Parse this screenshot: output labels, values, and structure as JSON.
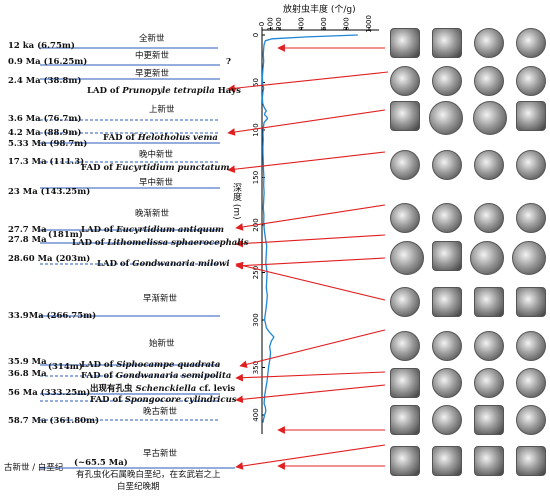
{
  "axis": {
    "x_title": "放射虫丰度 (个/g)",
    "x_ticks": [
      "0",
      "100",
      "200",
      "400",
      "600",
      "800",
      "1000"
    ],
    "y_title": "深度 (m)",
    "y_ticks": [
      "0",
      "50",
      "100",
      "150",
      "200",
      "250",
      "300",
      "350",
      "400"
    ]
  },
  "epochs": {
    "holocene": "全新世",
    "mid_pleistocene": "中更新世",
    "early_pleistocene": "早更新世",
    "pliocene": "上新世",
    "mid_miocene": "晚中新世",
    "early_miocene": "早中新世",
    "late_oligocene": "晚渐新世",
    "early_oligocene": "早渐新世",
    "eocene": "始新世",
    "late_paleocene": "晚古新世",
    "early_paleocene": "早古新世"
  },
  "ages": {
    "a1": "12 ka (6.75m)",
    "a2": "0.9 Ma (16.25m)",
    "a2_q": "?",
    "a3": "2.4 Ma (38.8m)",
    "a4": "3.6 Ma (76.7m)",
    "a5": "4.2 Ma (88.9m)",
    "a6": "5.33 Ma (98.7m)",
    "a7": "17.3 Ma (111.3)",
    "a8": "23 Ma (143.25m)",
    "a9": "27.7 Ma",
    "a9b": "(181m)",
    "a10": "27.8 Ma",
    "a11": "28.60 Ma (203m)",
    "a12": "33.9Ma (266.75m)",
    "a13": "35.9 Ma",
    "a13b": "(314m)",
    "a14": "36.8 Ma",
    "a15": "56 Ma (333.25m)",
    "a16": "58.7 Ma (361.80m)",
    "a17": "古新世 / 白垩纪",
    "a17b": "(~65.5 Ma)"
  },
  "events": {
    "e1_pre": "LAD of ",
    "e1_sp": "Prunopyle tetrapila",
    "e1_post": " Hays",
    "e2_pre": "FAD of ",
    "e2_sp": "Helotholus  vema",
    "e3_pre": "FAD of ",
    "e3_sp": "Eucyrtidium punctatum",
    "e4_pre": "LAD of ",
    "e4_sp": "Eucyrtidium antiquum",
    "e5_pre": "LAD of ",
    "e5_sp": "Lithomelissa sphaerocephalis",
    "e6_pre": "LAD of ",
    "e6_sp": "Gondwanaria milowi",
    "e7_pre": "LAD of ",
    "e7_sp": "Siphocampe quadrata",
    "e8_pre": "FAD of ",
    "e8_sp": "Gondwanaria semipolita",
    "e9_pre": "出现有孔虫 ",
    "e9_sp": "Schenckiella",
    "e9_post": " cf. levis",
    "e10_pre": "FAD of ",
    "e10_sp": "Spongocore cylindricus",
    "e11": "有孔虫化石属晚白垩纪，在玄武岩之上",
    "e12": "白垩纪晚期"
  },
  "colors": {
    "curve": "#1f86d6",
    "boundary": "#2a5bb8",
    "arrow": "#e02020"
  },
  "chart_data": {
    "type": "line",
    "title": "",
    "xlabel": "放射虫丰度 (个/g)",
    "ylabel": "深度 (m)",
    "xlim": [
      0,
      1000
    ],
    "ylim": [
      0,
      420
    ],
    "x_scale": "piecewise",
    "series": [
      {
        "points": [
          [
            900,
            0
          ],
          [
            450,
            2
          ],
          [
            120,
            4
          ],
          [
            40,
            6
          ],
          [
            25,
            10
          ],
          [
            20,
            14
          ],
          [
            15,
            20
          ],
          [
            20,
            28
          ],
          [
            10,
            36
          ],
          [
            5,
            44
          ],
          [
            8,
            52
          ],
          [
            20,
            56
          ],
          [
            10,
            60
          ],
          [
            5,
            66
          ],
          [
            8,
            72
          ],
          [
            25,
            76
          ],
          [
            50,
            80
          ],
          [
            35,
            82
          ],
          [
            30,
            84
          ],
          [
            55,
            86
          ],
          [
            65,
            88
          ],
          [
            25,
            92
          ],
          [
            15,
            98
          ],
          [
            12,
            104
          ],
          [
            14,
            110
          ],
          [
            10,
            118
          ],
          [
            12,
            126
          ],
          [
            15,
            134
          ],
          [
            18,
            142
          ],
          [
            22,
            150
          ],
          [
            20,
            158
          ],
          [
            25,
            166
          ],
          [
            20,
            174
          ],
          [
            15,
            182
          ],
          [
            22,
            190
          ],
          [
            20,
            198
          ],
          [
            28,
            206
          ],
          [
            40,
            214
          ],
          [
            55,
            222
          ],
          [
            50,
            230
          ],
          [
            45,
            240
          ],
          [
            60,
            250
          ],
          [
            55,
            258
          ],
          [
            50,
            266
          ],
          [
            62,
            274
          ],
          [
            55,
            282
          ],
          [
            45,
            290
          ],
          [
            35,
            296
          ],
          [
            30,
            300
          ],
          [
            42,
            304
          ],
          [
            50,
            308
          ],
          [
            80,
            312
          ],
          [
            120,
            316
          ],
          [
            140,
            318
          ],
          [
            110,
            322
          ],
          [
            90,
            328
          ],
          [
            100,
            334
          ],
          [
            95,
            340
          ],
          [
            80,
            348
          ],
          [
            70,
            356
          ],
          [
            60,
            364
          ],
          [
            45,
            372
          ],
          [
            30,
            380
          ],
          [
            25,
            388
          ],
          [
            40,
            392
          ],
          [
            45,
            396
          ],
          [
            30,
            400
          ],
          [
            20,
            404
          ],
          [
            10,
            408
          ]
        ]
      }
    ]
  }
}
